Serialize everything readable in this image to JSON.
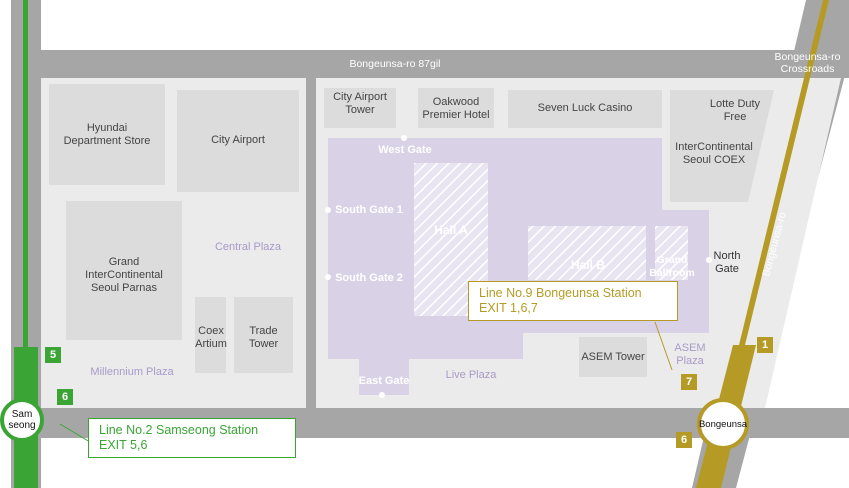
{
  "roads": {
    "top_road": "Bongeunsa-ro 87gil",
    "crossroads": "Bongeunsa-ro\nCrossroads",
    "diagonal_road": "Bongeunsa-ro"
  },
  "buildings": {
    "hyundai": "Hyundai\nDepartment Store",
    "city_airport": "City Airport",
    "city_airport_tower": "City Airport\nTower",
    "oakwood": "Oakwood\nPremier Hotel",
    "seven_luck": "Seven Luck Casino",
    "lotte": "Lotte Duty\nFree",
    "intercontinental_coex": "InterContinental\nSeoul COEX",
    "grand_intercontinental": "Grand\nInterContinental\nSeoul Parnas",
    "coex_artium": "Coex\nArtium",
    "trade_tower": "Trade\nTower",
    "asem_tower": "ASEM Tower"
  },
  "venue": {
    "west_gate": "West Gate",
    "south_gate_1": "South Gate 1",
    "south_gate_2": "South Gate 2",
    "east_gate": "East Gate",
    "north_gate": "North\nGate",
    "hall_a": "Hall A",
    "hall_b": "Hall B",
    "grand_ballroom": "Grand\nBallroom"
  },
  "plazas": {
    "central": "Central Plaza",
    "millennium": "Millennium Plaza",
    "live": "Live Plaza",
    "asem": "ASEM\nPlaza"
  },
  "stations": {
    "samseong": "Sam\nseong",
    "bongeunsa": "Bongeunsa"
  },
  "exits": {
    "green_5": "5",
    "green_6": "6",
    "gold_1": "1",
    "gold_7": "7",
    "gold_6": "6"
  },
  "callouts": {
    "line2": "Line No.2 Samseong Station\nEXIT 5,6",
    "line9": "Line No.9 Bongeunsa Station\nEXIT 1,6,7"
  },
  "colors": {
    "road": "#a6a6a6",
    "block": "#ebebeb",
    "building": "#dcdcdc",
    "venue": "#d9d2e6",
    "line2": "#3aa535",
    "line9": "#b59b26"
  }
}
